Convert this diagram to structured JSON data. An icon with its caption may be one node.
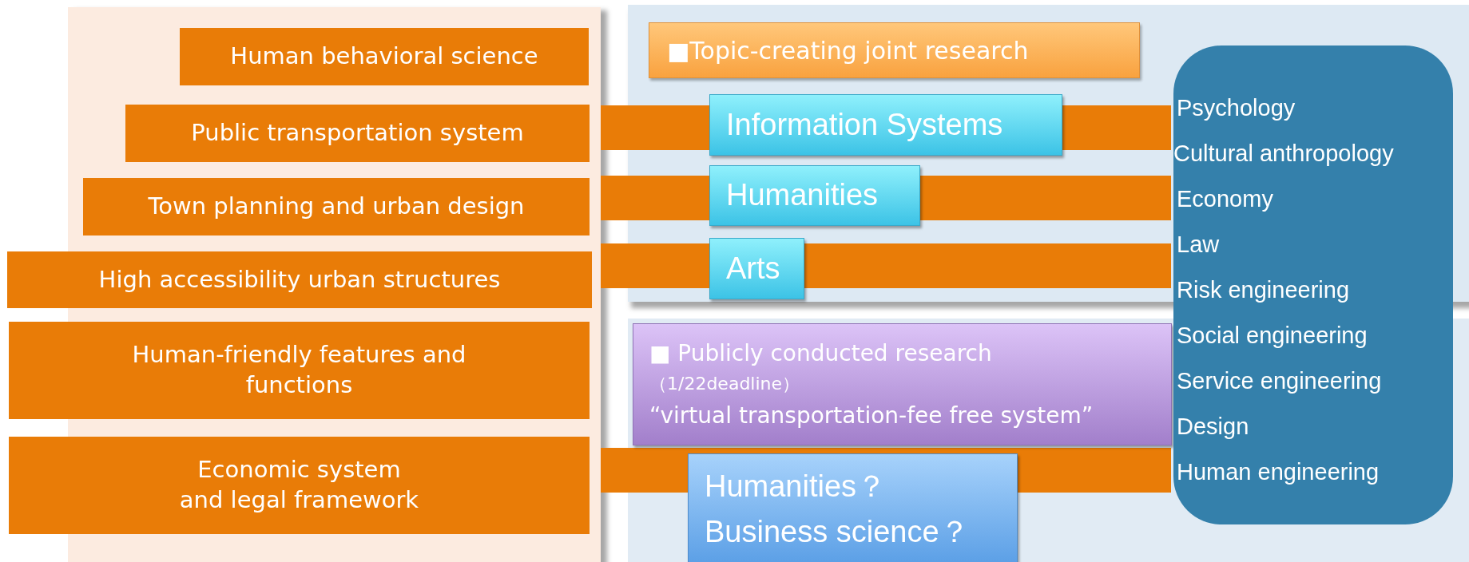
{
  "diagram": {
    "nodes": [
      {
        "text": [
          "Human behavioral science"
        ]
      },
      {
        "text": [
          "Public transportation system"
        ]
      },
      {
        "text": [
          "Town planning and urban design"
        ]
      },
      {
        "text": [
          "High accessibility urban structures"
        ]
      },
      {
        "text": [
          "Human-friendly features and functions"
        ]
      },
      {
        "text": [
          "Economic system and legal framework"
        ]
      },
      {
        "text": [
          "■Topic-creating joint research"
        ]
      },
      {
        "text": [
          "Information Systems"
        ]
      },
      {
        "text": [
          "Humanities"
        ]
      },
      {
        "text": [
          "Arts"
        ]
      },
      {
        "text": [
          "■ Publicly conducted research",
          "（1/22deadline）",
          "“virtual transportation-fee free system”"
        ]
      },
      {
        "text": [
          "Humanities？",
          "Business science？"
        ]
      },
      {
        "text": [
          "Psychology",
          "Cultural anthropology",
          "Economy",
          "Law",
          "Risk engineering",
          "Social engineering",
          "Service engineering",
          "Design",
          "Human engineering"
        ]
      }
    ]
  }
}
